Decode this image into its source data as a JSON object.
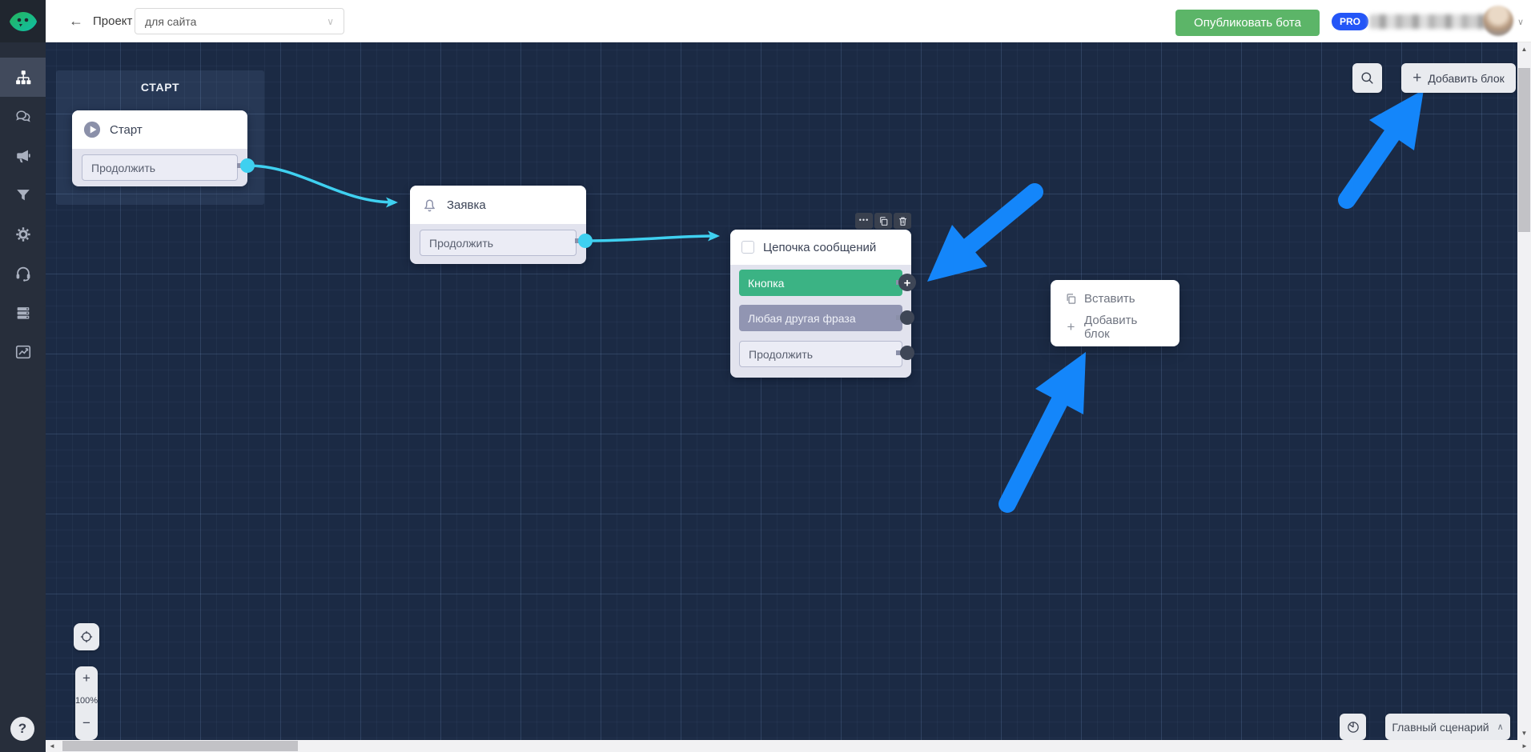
{
  "header": {
    "back_glyph": "←",
    "project_label": "Проект",
    "bot_selector_value": "для сайта",
    "select_chevron": "∨",
    "publish_button": "Опубликовать бота",
    "plan_badge": "PRO",
    "user_chevron": "∨"
  },
  "sidebar": {
    "items": [
      {
        "icon": "flowchart-icon",
        "active": true
      },
      {
        "icon": "chats-icon",
        "active": false
      },
      {
        "icon": "megaphone-icon",
        "active": false
      },
      {
        "icon": "filter-icon",
        "active": false
      },
      {
        "icon": "settings-gear-icon",
        "active": false
      },
      {
        "icon": "headset-icon",
        "active": false
      },
      {
        "icon": "database-icon",
        "active": false
      },
      {
        "icon": "stats-chart-icon",
        "active": false
      }
    ],
    "help_glyph": "?"
  },
  "canvas": {
    "add_block_button": {
      "plus": "+",
      "label": "Добавить блок"
    },
    "zoom_controls": {
      "zoom_in": "+",
      "zoom_out": "−",
      "level": "100%"
    },
    "scenario_button": {
      "label": "Главный сценарий",
      "chevron": "∧"
    },
    "nodes": {
      "start_group": {
        "title": "СТАРТ"
      },
      "start": {
        "title": "Старт",
        "button": "Продолжить"
      },
      "zayavka": {
        "title": "Заявка",
        "button": "Продолжить"
      },
      "chain": {
        "title": "Цепочка сообщений",
        "toolbar_more": "•••",
        "port_plus": "+",
        "rows": [
          {
            "label": "Кнопка",
            "style": "green"
          },
          {
            "label": "Любая другая фраза",
            "style": "purple"
          },
          {
            "label": "Продолжить",
            "style": "outline"
          }
        ]
      }
    },
    "context_menu": {
      "items": [
        {
          "label": "Вставить",
          "icon": "paste-icon"
        },
        {
          "label": "Добавить блок",
          "icon": "plus-icon",
          "plus": "+"
        }
      ]
    }
  },
  "scroll": {
    "left": "◄",
    "right": "►",
    "up": "▲",
    "down": "▼"
  },
  "colors": {
    "publish_green": "#5cb568",
    "pro_blue": "#2456f7",
    "annotation_arrow_blue": "#1486fa",
    "connection_cyan": "#3fd0f0",
    "button_row_green": "#3bb384",
    "row_purple": "#9195b2",
    "canvas_bg": "#1b2a44",
    "sidebar_bg": "#272e3b"
  }
}
